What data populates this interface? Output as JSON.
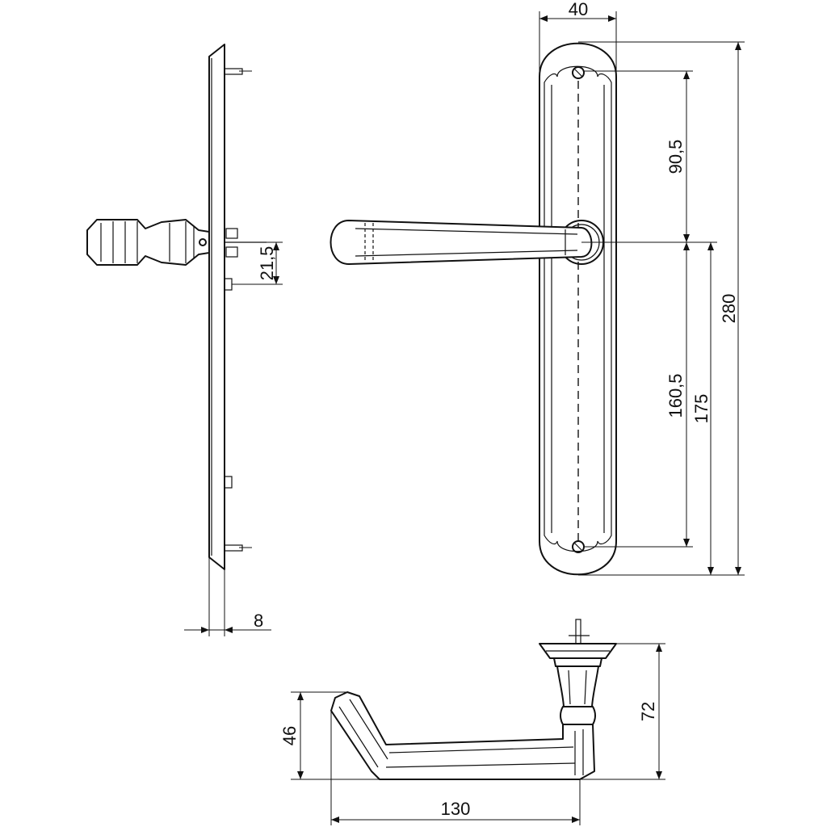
{
  "dimensions": {
    "plate_width": "40",
    "handle_axis_to_top_hole": "90,5",
    "handle_axis_to_bottom_hole": "160,5",
    "handle_axis_to_plate_bottom": "175",
    "plate_height": "280",
    "side_offset": "21,5",
    "plate_thickness": "8",
    "lever_projection": "72",
    "lever_height": "46",
    "lever_length": "130"
  }
}
